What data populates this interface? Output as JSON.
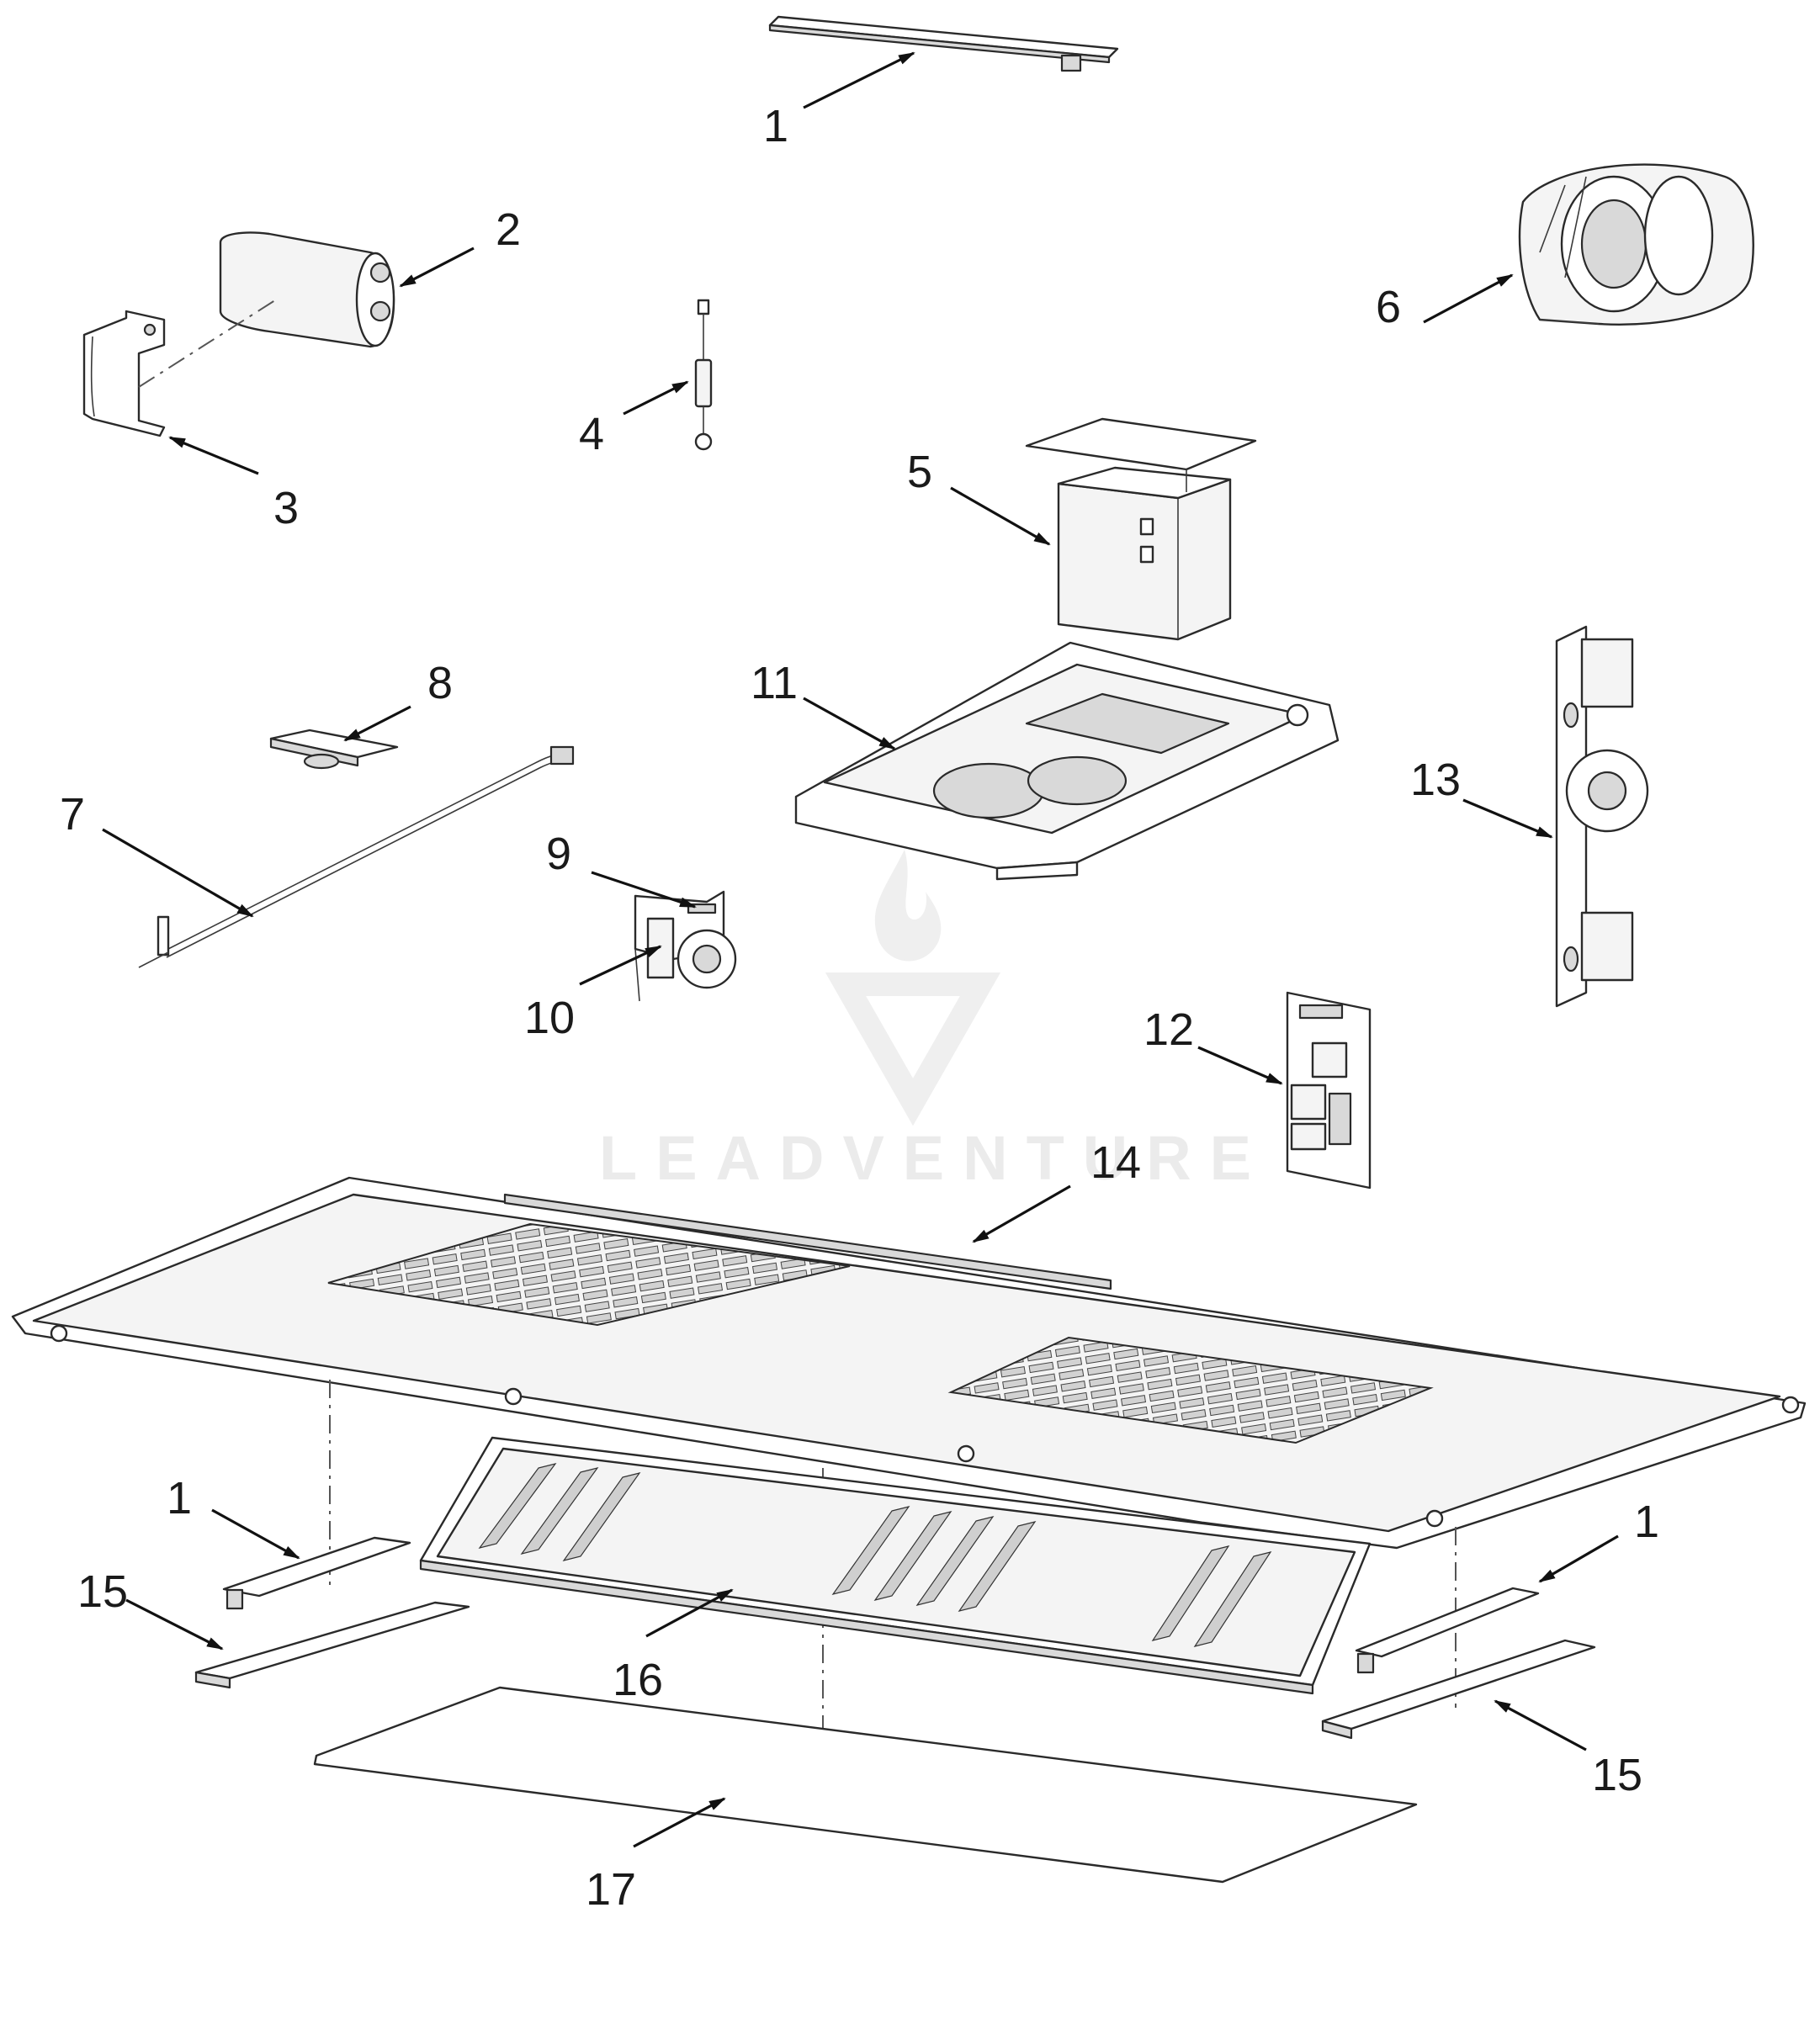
{
  "watermark": {
    "brand": "LEADVENTURE"
  },
  "callouts": [
    {
      "key": "c1a",
      "label": "1"
    },
    {
      "key": "c2",
      "label": "2"
    },
    {
      "key": "c3",
      "label": "3"
    },
    {
      "key": "c4",
      "label": "4"
    },
    {
      "key": "c5",
      "label": "5"
    },
    {
      "key": "c6",
      "label": "6"
    },
    {
      "key": "c7",
      "label": "7"
    },
    {
      "key": "c8",
      "label": "8"
    },
    {
      "key": "c9",
      "label": "9"
    },
    {
      "key": "c10",
      "label": "10"
    },
    {
      "key": "c11",
      "label": "11"
    },
    {
      "key": "c12",
      "label": "12"
    },
    {
      "key": "c13",
      "label": "13"
    },
    {
      "key": "c14",
      "label": "14"
    },
    {
      "key": "c1b",
      "label": "1"
    },
    {
      "key": "c1c",
      "label": "1"
    },
    {
      "key": "c15a",
      "label": "15"
    },
    {
      "key": "c15b",
      "label": "15"
    },
    {
      "key": "c16",
      "label": "16"
    },
    {
      "key": "c17",
      "label": "17"
    }
  ],
  "colors": {
    "line": "#2a2a2a",
    "watermark": "#ebebeb",
    "background": "#ffffff"
  }
}
